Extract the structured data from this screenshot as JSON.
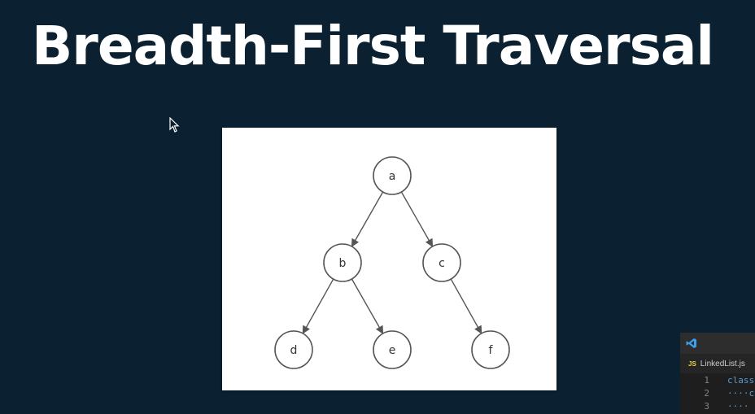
{
  "slide": {
    "title": "Breadth-First Traversal"
  },
  "diagram": {
    "nodes": [
      {
        "id": "a",
        "label": "a"
      },
      {
        "id": "b",
        "label": "b"
      },
      {
        "id": "c",
        "label": "c"
      },
      {
        "id": "d",
        "label": "d"
      },
      {
        "id": "e",
        "label": "e"
      },
      {
        "id": "f",
        "label": "f"
      }
    ],
    "edges": [
      {
        "from": "a",
        "to": "b"
      },
      {
        "from": "a",
        "to": "c"
      },
      {
        "from": "b",
        "to": "d"
      },
      {
        "from": "b",
        "to": "e"
      },
      {
        "from": "c",
        "to": "f"
      }
    ]
  },
  "editor": {
    "tab_label": "LinkedList.js",
    "tab_badge": "JS",
    "lines": [
      {
        "number": "1",
        "code": "class"
      },
      {
        "number": "2",
        "code": "····c"
      },
      {
        "number": "3",
        "code": "····"
      }
    ]
  },
  "colors": {
    "background": "#0b2131",
    "title": "#ffffff",
    "editor_bg": "#1e1e1e",
    "vscode_blue": "#3ca0ea"
  }
}
